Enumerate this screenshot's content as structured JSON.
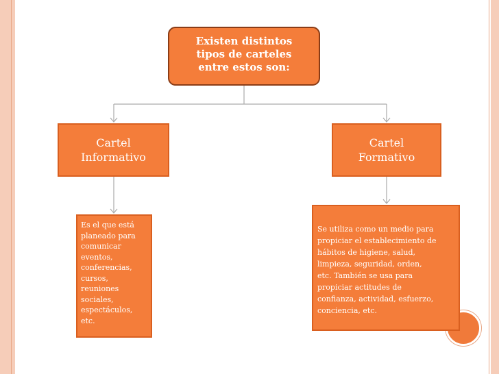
{
  "top_node": {
    "lines": [
      "Existen distintos",
      "tipos de carteles",
      "entre estos son:"
    ]
  },
  "left_node": {
    "lines": [
      "Cartel",
      "Informativo"
    ]
  },
  "right_node": {
    "lines": [
      "Cartel",
      "Formativo"
    ]
  },
  "left_description": {
    "lines": [
      "Es el que está",
      "planeado para",
      "comunicar",
      "eventos,",
      "conferencias,",
      "cursos,",
      "reuniones",
      "sociales,",
      "espectáculos,",
      "etc."
    ]
  },
  "right_description": {
    "lines": [
      "Se utiliza como un medio para",
      "propiciar el establecimiento de",
      "hábitos de higiene, salud,",
      "limpieza, seguridad, orden,",
      "etc. También se usa para",
      "propiciar actitudes de",
      "confianza, actividad, esfuerzo,",
      "conciencia, etc."
    ]
  },
  "colors": {
    "box_fill": "#f47d3a",
    "frame": "#f6cdb9",
    "connector": "#aaaaaa"
  }
}
